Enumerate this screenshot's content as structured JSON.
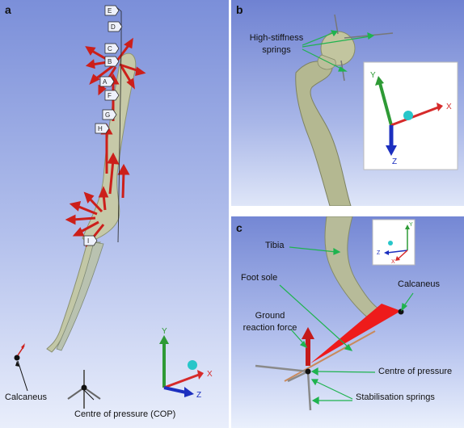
{
  "panels": {
    "a": {
      "letter": "a",
      "labels": {
        "calcaneus": "Calcaneus",
        "cop": "Centre of pressure (COP)"
      },
      "points": [
        "E",
        "D",
        "C",
        "B",
        "A",
        "F",
        "G",
        "H",
        "I"
      ],
      "axes": {
        "x": "X",
        "y": "Y",
        "z": "Z"
      }
    },
    "b": {
      "letter": "b",
      "labels": {
        "springs": "High-stiffness springs"
      },
      "axes": {
        "x": "X",
        "y": "Y",
        "z": "Z"
      }
    },
    "c": {
      "letter": "c",
      "labels": {
        "tibia": "Tibia",
        "foot_sole": "Foot sole",
        "calcaneus": "Calcaneus",
        "grf": "Ground reaction force",
        "cop": "Centre of pressure",
        "stab_springs": "Stabilisation springs"
      },
      "axes": {
        "x": "X",
        "y": "Y",
        "z": "Z"
      }
    }
  },
  "colors": {
    "force_arrow": "#cc1f1a",
    "annotation_arrow": "#1fb34f",
    "bone": "#b9bd98",
    "axis_x": "#d62a2a",
    "axis_y": "#2e9a35",
    "axis_z": "#1c2fbf",
    "marker": "#28c6c9"
  }
}
